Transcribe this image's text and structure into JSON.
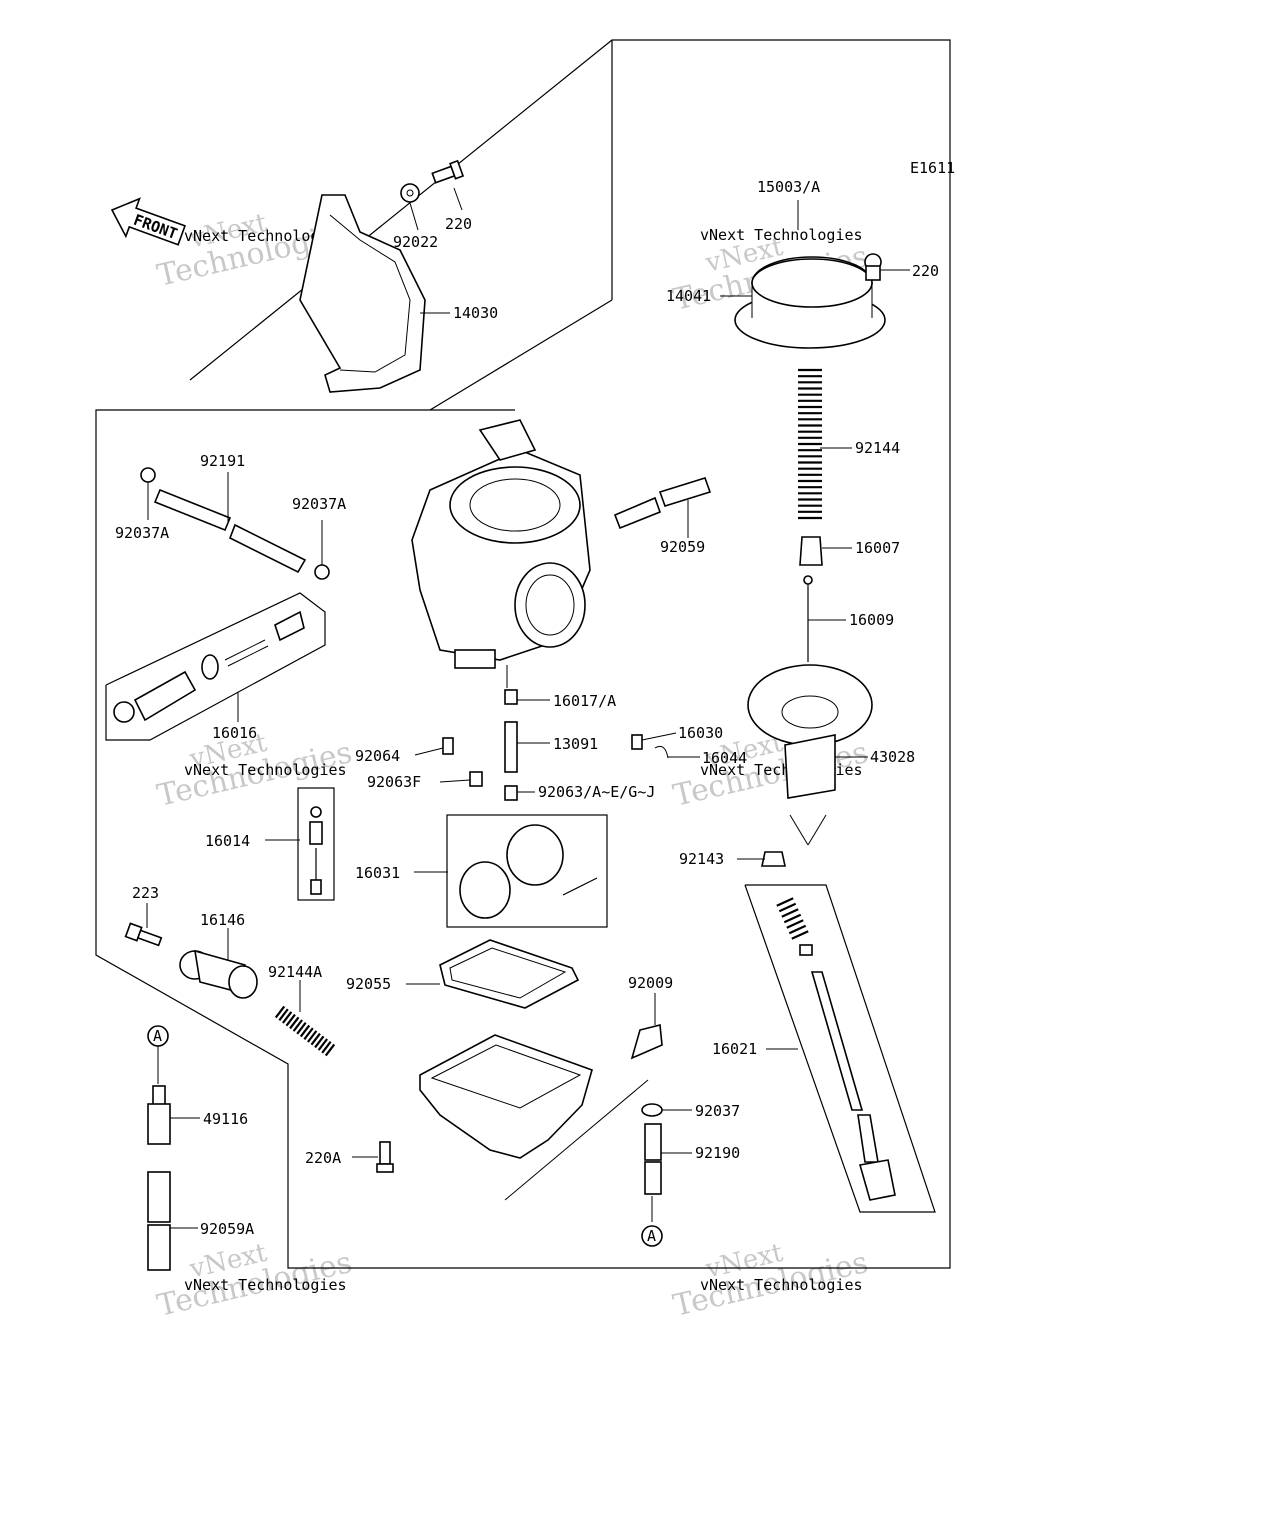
{
  "diagram_code": "E1611",
  "front_label": "FRONT",
  "watermark": {
    "line1": "vNext",
    "line2": "Technologies",
    "small": "vNext Technologies"
  },
  "parts": [
    {
      "id": "p15003",
      "text": "15003/A"
    },
    {
      "id": "p220a",
      "text": "220"
    },
    {
      "id": "p92022",
      "text": "92022"
    },
    {
      "id": "p14030",
      "text": "14030"
    },
    {
      "id": "p220b",
      "text": "220"
    },
    {
      "id": "p14041",
      "text": "14041"
    },
    {
      "id": "p92144",
      "text": "92144"
    },
    {
      "id": "p92191",
      "text": "92191"
    },
    {
      "id": "p92037Aa",
      "text": "92037A"
    },
    {
      "id": "p92037Ab",
      "text": "92037A"
    },
    {
      "id": "p92059",
      "text": "92059"
    },
    {
      "id": "p16007",
      "text": "16007"
    },
    {
      "id": "p16009",
      "text": "16009"
    },
    {
      "id": "p16016",
      "text": "16016"
    },
    {
      "id": "p16017",
      "text": "16017/A"
    },
    {
      "id": "p92064",
      "text": "92064"
    },
    {
      "id": "p13091",
      "text": "13091"
    },
    {
      "id": "p16030",
      "text": "16030"
    },
    {
      "id": "p16044",
      "text": "16044"
    },
    {
      "id": "p43028",
      "text": "43028"
    },
    {
      "id": "p92063F",
      "text": "92063F"
    },
    {
      "id": "p92063",
      "text": "92063/A~E/G~J"
    },
    {
      "id": "p16014",
      "text": "16014"
    },
    {
      "id": "p16031",
      "text": "16031"
    },
    {
      "id": "p92143",
      "text": "92143"
    },
    {
      "id": "p223",
      "text": "223"
    },
    {
      "id": "p16146",
      "text": "16146"
    },
    {
      "id": "p92144A",
      "text": "92144A"
    },
    {
      "id": "p92055",
      "text": "92055"
    },
    {
      "id": "p92009",
      "text": "92009"
    },
    {
      "id": "p16021",
      "text": "16021"
    },
    {
      "id": "p49116",
      "text": "49116"
    },
    {
      "id": "p92037",
      "text": "92037"
    },
    {
      "id": "p220A",
      "text": "220A"
    },
    {
      "id": "p92190",
      "text": "92190"
    },
    {
      "id": "p92059A",
      "text": "92059A"
    }
  ],
  "markers": [
    {
      "id": "mA1",
      "text": "A"
    },
    {
      "id": "mA2",
      "text": "A"
    }
  ]
}
